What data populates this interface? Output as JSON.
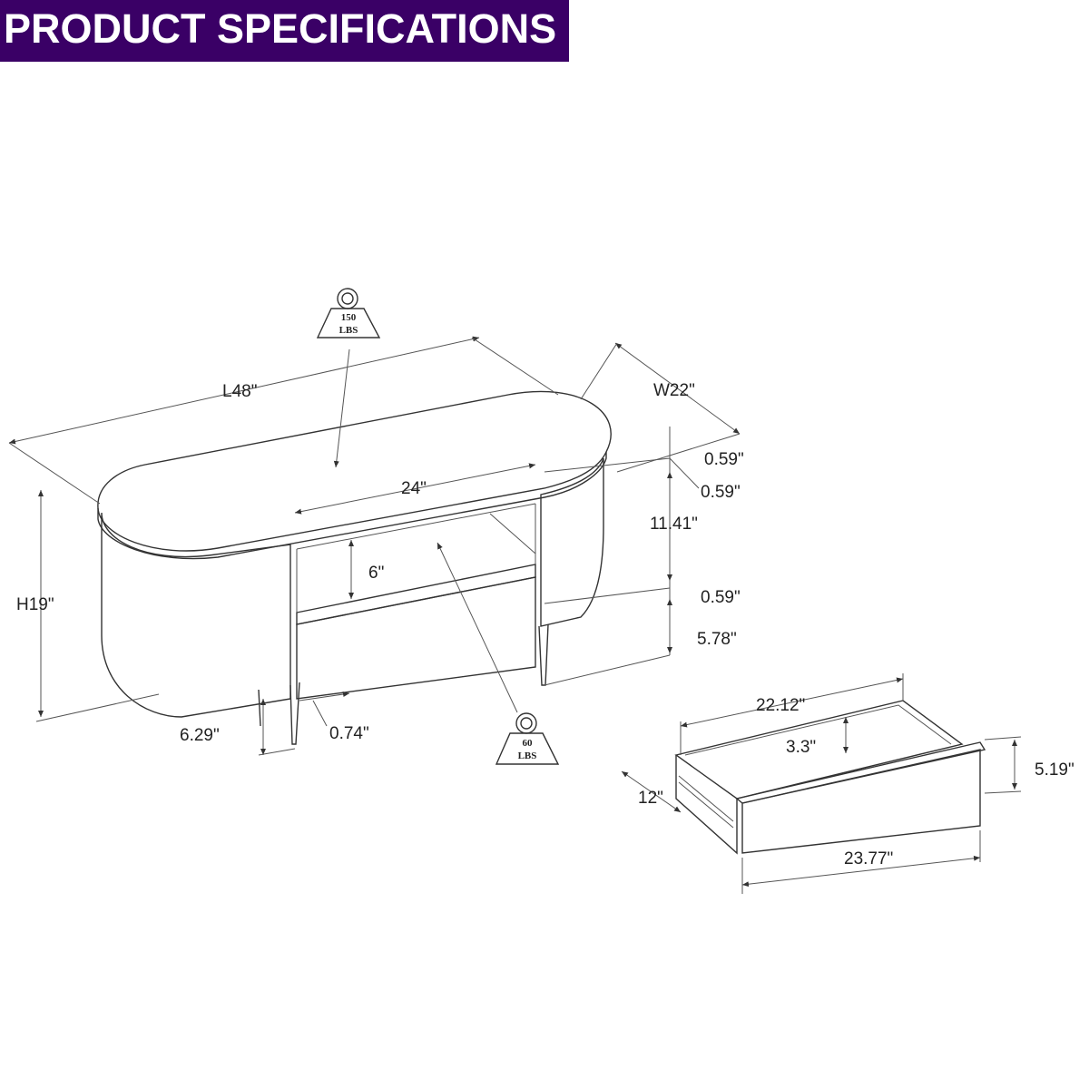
{
  "header": {
    "title": "PRODUCT SPECIFICATIONS",
    "bg_color": "#3a0066"
  },
  "table_dims": {
    "length": "L48\"",
    "width": "W22\"",
    "height": "H19\"",
    "opening_width": "24\"",
    "opening_height": "6\"",
    "top_thickness": "0.59\"",
    "top_gap": "0.59\"",
    "shelf_height": "11.41\"",
    "shelf_thickness": "0.59\"",
    "leg_clearance": "5.78\"",
    "leg_height": "6.29\"",
    "leg_diameter": "0.74\""
  },
  "weights": {
    "top": {
      "value": "150",
      "unit": "LBS"
    },
    "shelf": {
      "value": "60",
      "unit": "LBS"
    }
  },
  "drawer_dims": {
    "inner_width": "22.12\"",
    "inner_depth": "3.3\"",
    "height": "5.19\"",
    "depth": "12\"",
    "outer_width": "23.77\""
  }
}
